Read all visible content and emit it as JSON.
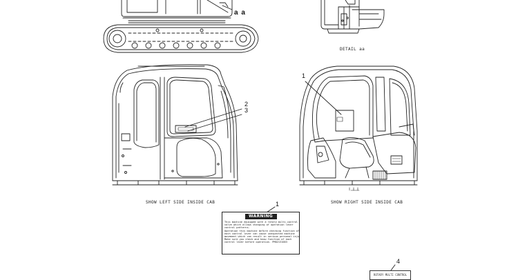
{
  "detail_tag": "a a",
  "detail_label": "DETAIL aa",
  "left_view_label": "SHOW LEFT SIDE INSIDE CAB",
  "right_view_label": "SHOW RIGHT SIDE INSIDE CAB",
  "callouts": {
    "c1_right_view": "1",
    "c2": "2",
    "c3": "3",
    "c1_decal": "1",
    "c4": "4"
  },
  "warning_decal": {
    "header": "WARNING",
    "lines": [
      "This machine equipped with a rotary multi-control",
      "valve which allows changing of operation lever",
      "control patterns.",
      "",
      "Operation this machine before checking function of",
      "each control lever can cause unexpected machine",
      "movement which can result in serious personal injury.",
      "",
      "Make sure you check and know function of each",
      "control lever before operation.     PM02131003"
    ]
  },
  "decal_4_text": "ROTARY MULTI CONTROL"
}
